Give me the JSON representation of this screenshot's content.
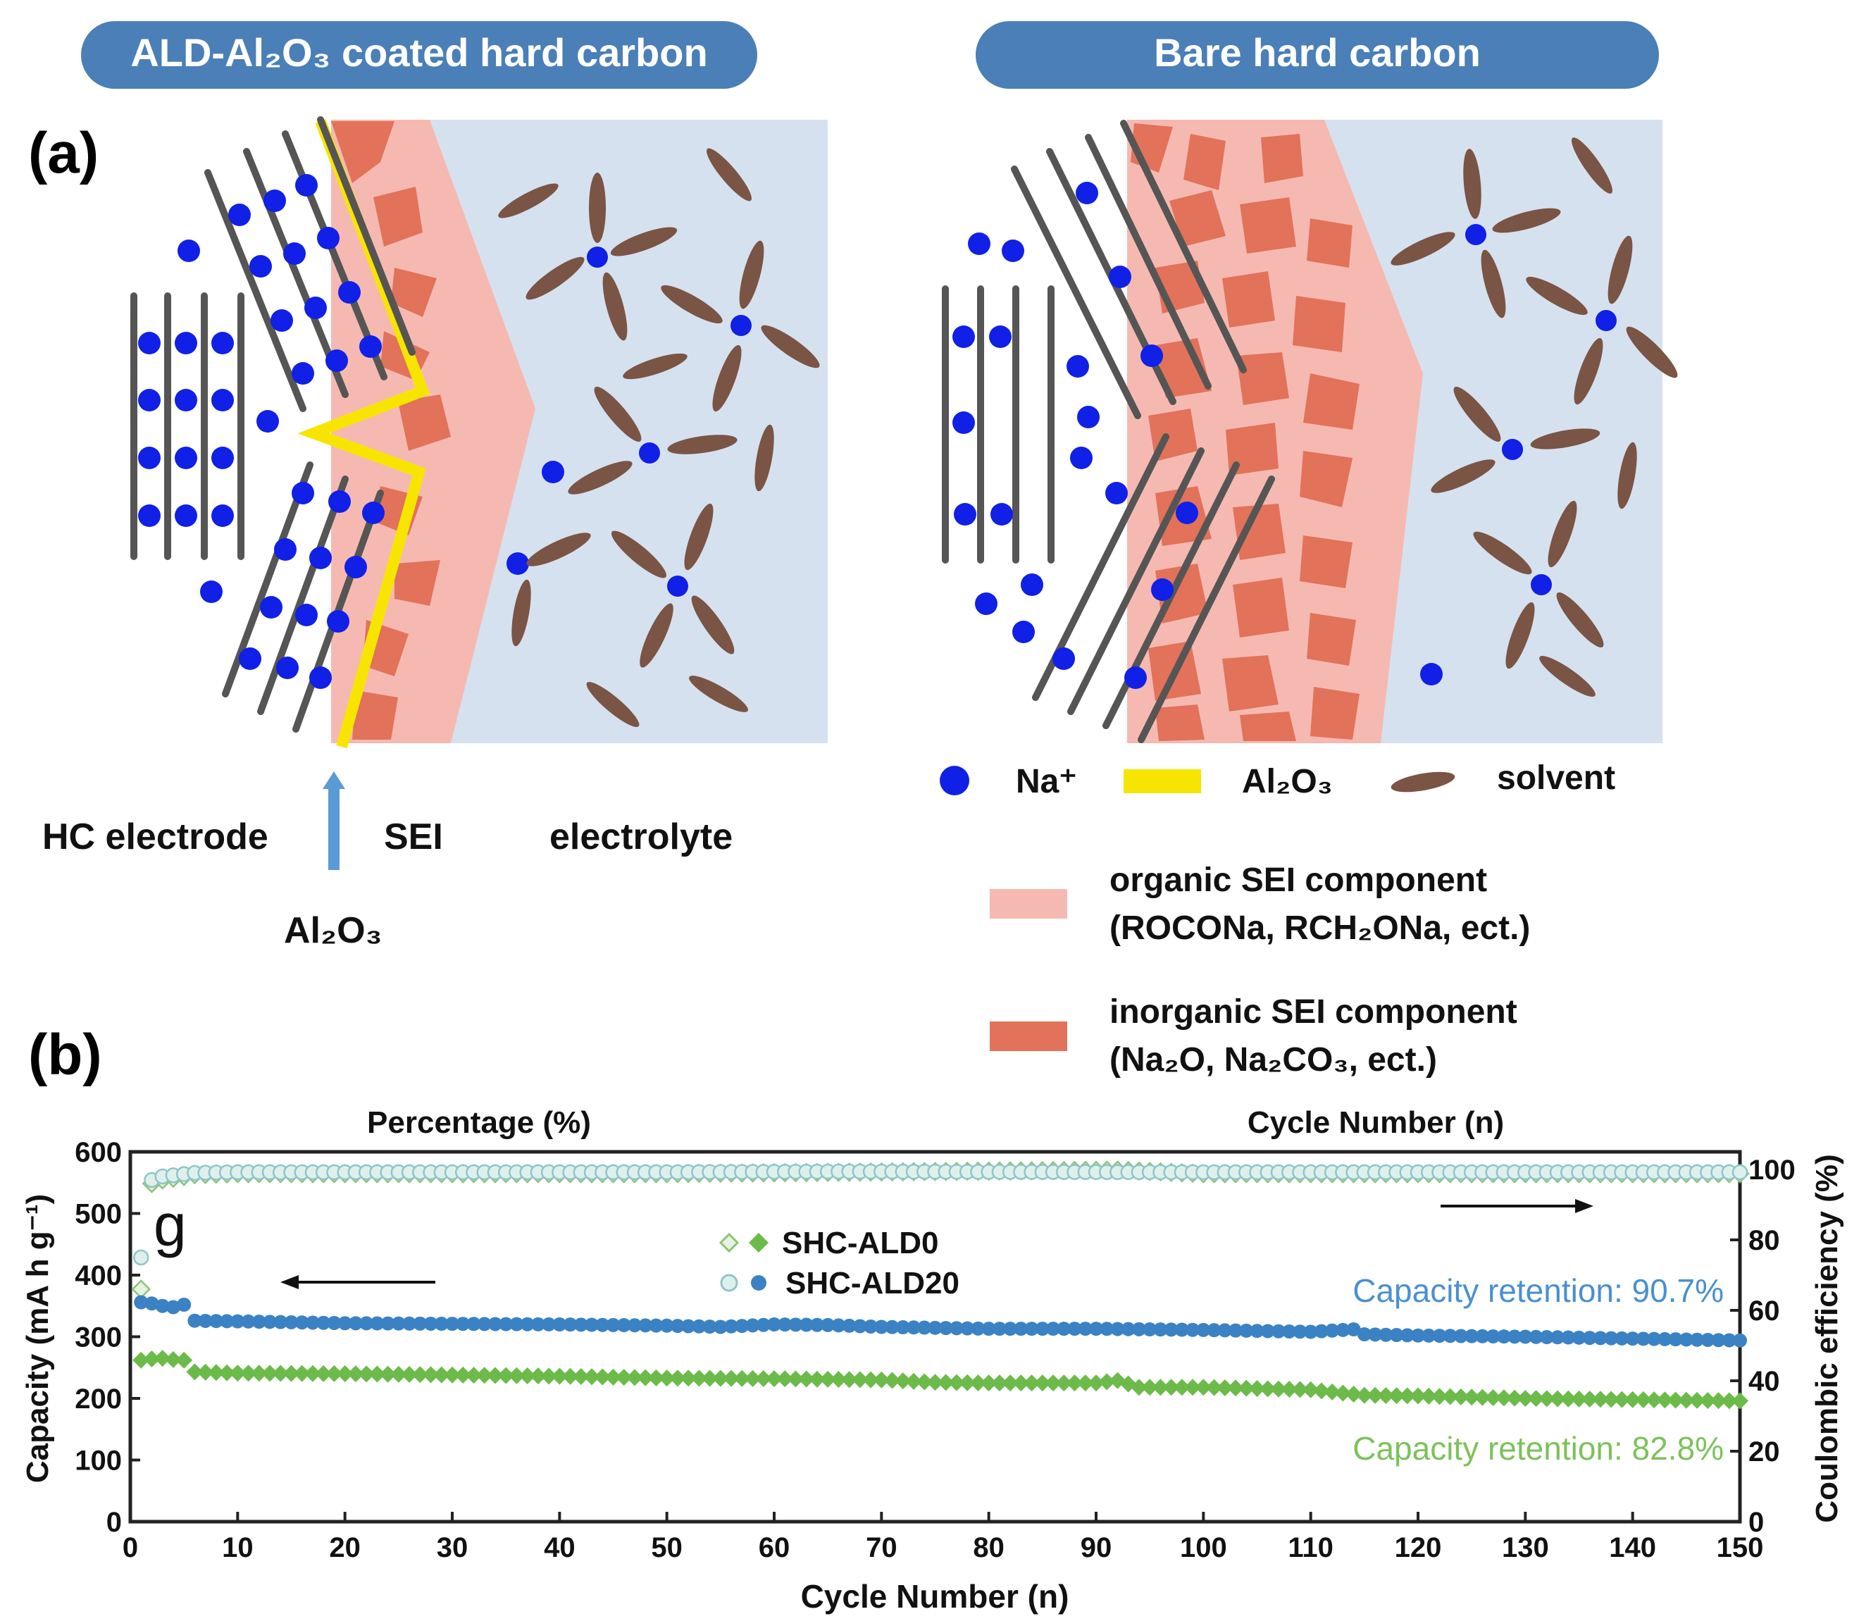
{
  "panel_a": {
    "label": "(a)",
    "left_title": "ALD-Al₂O₃ coated hard carbon",
    "right_title": "Bare hard carbon",
    "bottom_labels": {
      "hc_electrode": "HC electrode",
      "sei": "SEI",
      "electrolyte": "electrolyte",
      "al2o3_arrow": "Al₂O₃"
    },
    "legend": {
      "na": "Na⁺",
      "al2o3": "Al₂O₃",
      "solvent": "solvent",
      "organic_line1": "organic SEI component",
      "organic_line2": "(ROCONa, RCH₂ONa, ect.)",
      "inorganic_line1": "inorganic SEI component",
      "inorganic_line2": "(Na₂O, Na₂CO₃, ect.)"
    },
    "colors": {
      "title_bg": "#4a7fb8",
      "electrolyte_bg": "#d6e1ef",
      "organic_sei": "#f6b9b2",
      "inorganic_sei": "#e2725a",
      "al2o3": "#f7e500",
      "na_ion": "#1020e6",
      "solvent": "#7a5445",
      "carbon_layers": "#555555",
      "arrow": "#5b9bd5"
    }
  },
  "panel_b": {
    "label": "(b)",
    "top_left_label": "Percentage (%)",
    "top_right_label": "Cycle Number (n)",
    "corner_letter": "g",
    "retention_blue": "Capacity retention: 90.7%",
    "retention_green": "Capacity retention: 82.8%",
    "colors": {
      "ald0": "#6cbb4a",
      "ald20": "#3b82c4",
      "ce_fill": "#dff0ec",
      "ce_stroke": "#8ec6c8",
      "ret_blue": "#4a90d0",
      "ret_green": "#7cc25a"
    }
  },
  "chart_data": {
    "type": "scatter",
    "xlabel": "Cycle Number (n)",
    "ylabel": "Capacity (mA h g⁻¹)",
    "ylabel_right": "Coulombic efficiency (%)",
    "xlim": [
      0,
      150
    ],
    "ylim": [
      0,
      600
    ],
    "ylim_right": [
      0,
      105
    ],
    "xticks": [
      0,
      10,
      20,
      30,
      40,
      50,
      60,
      70,
      80,
      90,
      100,
      110,
      120,
      130,
      140,
      150
    ],
    "yticks": [
      0,
      100,
      200,
      300,
      400,
      500,
      600
    ],
    "yticks_right": [
      0,
      20,
      40,
      60,
      80,
      100
    ],
    "legend_position": "top-center",
    "series": [
      {
        "name": "SHC-ALD0",
        "axis": "left",
        "marker": "diamond",
        "points": [
          [
            1,
            262
          ],
          [
            2,
            264
          ],
          [
            3,
            265
          ],
          [
            4,
            263
          ],
          [
            5,
            262
          ],
          [
            6,
            243
          ],
          [
            10,
            241
          ],
          [
            20,
            240
          ],
          [
            30,
            238
          ],
          [
            40,
            236
          ],
          [
            50,
            233
          ],
          [
            60,
            232
          ],
          [
            70,
            230
          ],
          [
            75,
            226
          ],
          [
            80,
            225
          ],
          [
            90,
            225
          ],
          [
            92,
            229
          ],
          [
            94,
            218
          ],
          [
            100,
            218
          ],
          [
            110,
            214
          ],
          [
            115,
            205
          ],
          [
            120,
            204
          ],
          [
            130,
            200
          ],
          [
            140,
            198
          ],
          [
            150,
            196
          ]
        ]
      },
      {
        "name": "SHC-ALD20",
        "axis": "left",
        "marker": "circle",
        "points": [
          [
            1,
            356
          ],
          [
            2,
            354
          ],
          [
            3,
            350
          ],
          [
            4,
            348
          ],
          [
            5,
            352
          ],
          [
            6,
            326
          ],
          [
            10,
            325
          ],
          [
            20,
            322
          ],
          [
            30,
            321
          ],
          [
            40,
            320
          ],
          [
            50,
            318
          ],
          [
            55,
            316
          ],
          [
            60,
            320
          ],
          [
            65,
            319
          ],
          [
            70,
            316
          ],
          [
            80,
            313
          ],
          [
            90,
            313
          ],
          [
            100,
            311
          ],
          [
            110,
            308
          ],
          [
            114,
            312
          ],
          [
            115,
            304
          ],
          [
            120,
            302
          ],
          [
            130,
            300
          ],
          [
            140,
            297
          ],
          [
            150,
            294
          ]
        ]
      },
      {
        "name": "SHC-ALD0 CE",
        "axis": "right",
        "marker": "open-diamond",
        "points": [
          [
            1,
            66
          ],
          [
            2,
            96
          ],
          [
            3,
            97
          ],
          [
            6,
            98.5
          ],
          [
            10,
            98.8
          ],
          [
            50,
            98.8
          ],
          [
            92,
            99.8
          ],
          [
            100,
            98.8
          ],
          [
            150,
            98.8
          ]
        ]
      },
      {
        "name": "SHC-ALD20 CE",
        "axis": "right",
        "marker": "open-circle",
        "points": [
          [
            1,
            75
          ],
          [
            2,
            97
          ],
          [
            3,
            98
          ],
          [
            6,
            99
          ],
          [
            10,
            99.2
          ],
          [
            50,
            99.2
          ],
          [
            66,
            99.4
          ],
          [
            100,
            99.2
          ],
          [
            150,
            99.2
          ]
        ]
      }
    ]
  }
}
